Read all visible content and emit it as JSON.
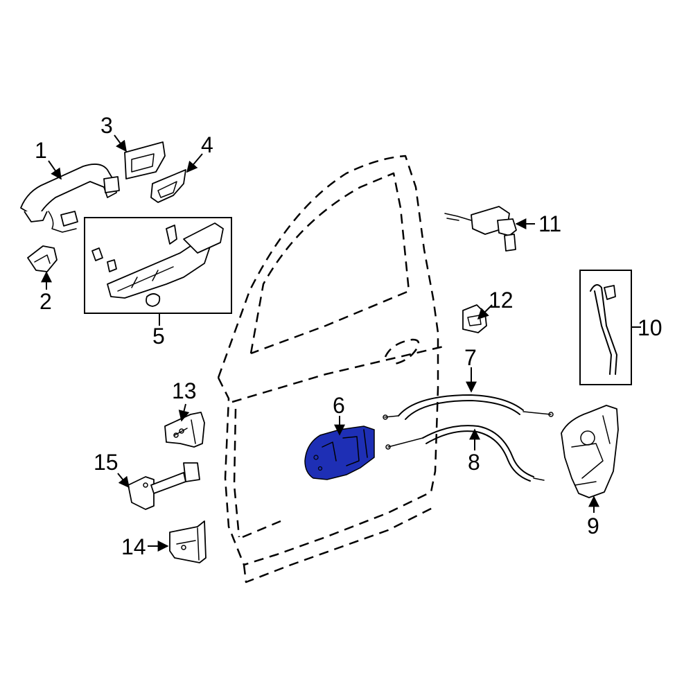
{
  "callouts": {
    "c1": "1",
    "c2": "2",
    "c3": "3",
    "c4": "4",
    "c5": "5",
    "c6": "6",
    "c7": "7",
    "c8": "8",
    "c9": "9",
    "c10": "10",
    "c11": "11",
    "c12": "12",
    "c13": "13",
    "c14": "14",
    "c15": "15"
  },
  "highlight_color": "#1e2fb5",
  "line_color": "#000000"
}
